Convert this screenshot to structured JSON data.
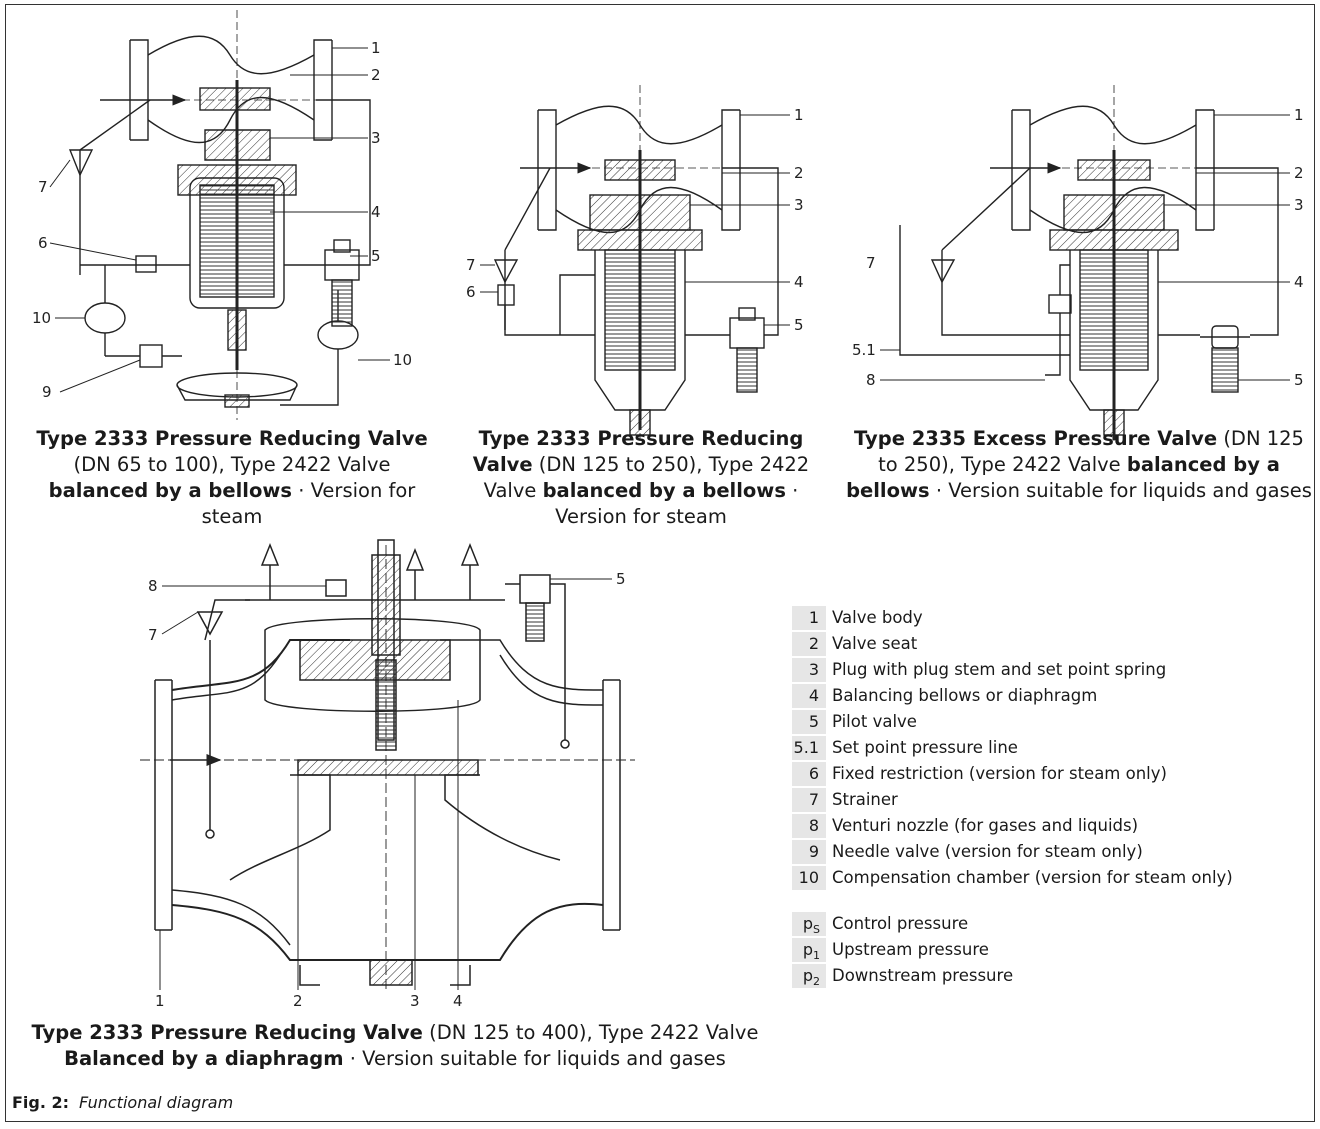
{
  "diagrams": [
    {
      "part1": "Type 2333 Pressure Reducing Valve",
      "part2": " (DN 65 to 100), Type 2422 Valve ",
      "part3": "balanced by a bellows",
      "part4": " · Version for steam",
      "callouts": [
        "1",
        "2",
        "3",
        "4",
        "5",
        "6",
        "7",
        "9",
        "10",
        "10"
      ]
    },
    {
      "part1": "Type 2333 Pressure Reducing Valve",
      "part2": " (DN 125 to 250), Type 2422 Valve ",
      "part3": "balanced by a bellows",
      "part4": " · Version for steam",
      "callouts": [
        "1",
        "2",
        "3",
        "4",
        "5",
        "6",
        "7"
      ]
    },
    {
      "part1": "Type 2335 Excess Pressure Valve",
      "part2": " (DN 125 to 250), Type 2422 Valve ",
      "part3": "balanced by a bellows",
      "part4": " · Version suitable for liquids and gases",
      "callouts": [
        "1",
        "2",
        "3",
        "4",
        "5",
        "5.1",
        "7",
        "8"
      ]
    },
    {
      "part1": "Type 2333 Pressure Reducing Valve",
      "part2": " (DN 125 to 400), Type 2422 Valve ",
      "part3": "Balanced by a diaphragm",
      "part4": " · Version suitable for liquids and gases",
      "callouts": [
        "8",
        "5",
        "7",
        "1",
        "2",
        "3",
        "4"
      ]
    }
  ],
  "legend": [
    {
      "num": "1",
      "text": "Valve body"
    },
    {
      "num": "2",
      "text": "Valve seat"
    },
    {
      "num": "3",
      "text": "Plug with plug stem and set point spring"
    },
    {
      "num": "4",
      "text": "Balancing bellows or diaphragm"
    },
    {
      "num": "5",
      "text": "Pilot valve"
    },
    {
      "num": "5.1",
      "text": "Set point pressure line"
    },
    {
      "num": "6",
      "text": "Fixed restriction (version for steam only)"
    },
    {
      "num": "7",
      "text": "Strainer"
    },
    {
      "num": "8",
      "text": "Venturi nozzle (for gases and liquids)"
    },
    {
      "num": "9",
      "text": "Needle valve (version for steam only)"
    },
    {
      "num": "10",
      "text": "Compensation chamber (version for steam only)"
    }
  ],
  "pressures": [
    {
      "sym": "p",
      "sub": "S",
      "text": "Control pressure"
    },
    {
      "sym": "p",
      "sub": "1",
      "text": "Upstream pressure"
    },
    {
      "sym": "p",
      "sub": "2",
      "text": "Downstream pressure"
    }
  ],
  "figure": {
    "label": "Fig. 2:",
    "caption": "Functional diagram"
  }
}
